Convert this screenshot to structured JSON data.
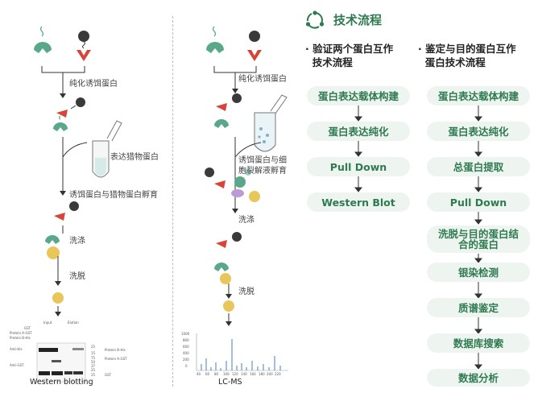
{
  "header": {
    "title": "技术流程"
  },
  "left_panel": {
    "step_purify": "纯化诱饵蛋白",
    "prey_label": "表达猎物蛋白",
    "incubate": "诱饵蛋白与猎物蛋白孵育",
    "wash": "洗涤",
    "elute": "洗脱",
    "caption": "Western blotting",
    "blot": {
      "col_headers": [
        "Input",
        "Elution"
      ],
      "row_labels": [
        "GST",
        "Protein A-GST",
        "Protein B-His"
      ],
      "markers": [
        "+",
        "-",
        "+",
        "-",
        "-",
        "+",
        "-",
        "+",
        "+",
        "+",
        "+",
        "+"
      ],
      "lane1_label": "Anti-His",
      "lane2_label": "Anti-GST",
      "mw_top": [
        "25",
        "15"
      ],
      "mw_mid": [
        "75",
        "50",
        "37",
        "25"
      ],
      "mw_bottom": [
        "25"
      ],
      "band_labels": [
        "Protein B-His",
        "Protein A-GST",
        "GST"
      ]
    }
  },
  "middle_panel": {
    "step_purify": "纯化诱饵蛋白",
    "lysate_label": "诱饵蛋白与细胞裂解液孵育",
    "wash": "洗涤",
    "elute": "洗脱",
    "caption": "LC-MS",
    "ms_y_ticks": [
      "1000",
      "800",
      "600",
      "400",
      "200",
      "0"
    ],
    "ms_x_ticks": [
      "40",
      "60",
      "80",
      "100",
      "120",
      "140",
      "160",
      "180",
      "200",
      "220"
    ]
  },
  "col1": {
    "heading": "· 验证两个蛋白互作\n  技术流程",
    "steps": [
      "蛋白表达载体构建",
      "蛋白表达纯化",
      "Pull Down",
      "Western Blot"
    ]
  },
  "col2": {
    "heading": "· 鉴定与目的蛋白互作\n  蛋白技术流程",
    "steps": [
      "蛋白表达载体构建",
      "蛋白表达纯化",
      "总蛋白提取",
      "Pull Down",
      "洗脱与目的蛋白结合的蛋白",
      "银染检测",
      "质谱鉴定",
      "数据库搜索",
      "数据分析"
    ]
  },
  "colors": {
    "accent": "#2f7a50",
    "box_bg": "#eef5f0",
    "bait": "#5aa88a",
    "prey": "#e9c65a",
    "dark": "#3a3a3a",
    "red": "#d9443a"
  }
}
